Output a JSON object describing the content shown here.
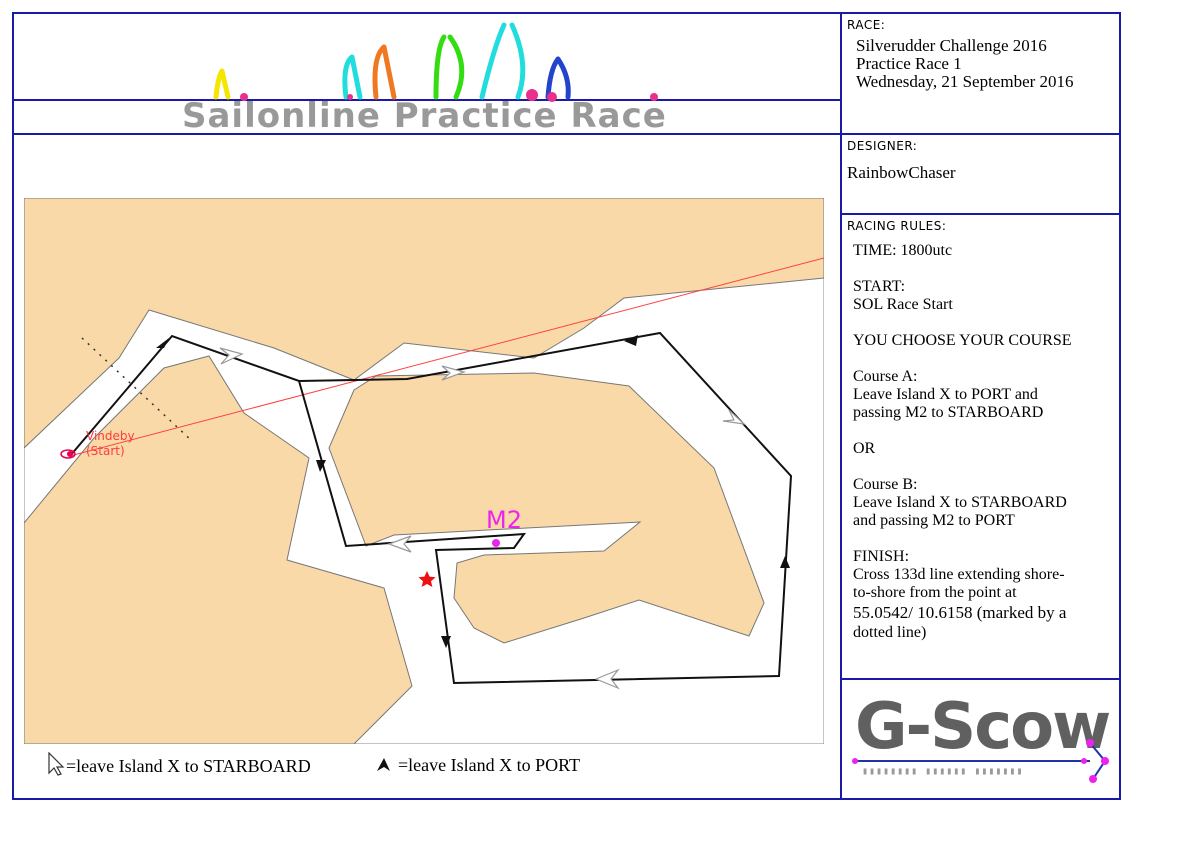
{
  "banner": {
    "title": "Sailonline Practice Race"
  },
  "race_panel": {
    "heading": "RACE:",
    "line1": "Silverudder Challenge  2016",
    "line2": "Practice Race 1",
    "line3": "Wednesday, 21 September 2016"
  },
  "designer_panel": {
    "heading": "DESIGNER:",
    "name": "RainbowChaser"
  },
  "rules_panel": {
    "heading": "RACING RULES:",
    "time": "TIME: 1800utc",
    "start_label": "START:",
    "start_value": "SOL Race Start",
    "choose": "YOU CHOOSE YOUR COURSE",
    "course_a_title": "Course A:",
    "course_a_line1": "Leave Island X to PORT and",
    "course_a_line2": "passing M2 to STARBOARD",
    "or": "OR",
    "course_b_title": "Course B:",
    "course_b_line1": "Leave Island X to STARBOARD",
    "course_b_line2": "and passing M2 to PORT",
    "finish_label": "FINISH:",
    "finish_line1": "Cross 133d line extending shore-",
    "finish_line2": "to-shore  from the point at",
    "finish_line3": "55.0542/ 10.6158 (marked by a",
    "finish_line4": "dotted line)"
  },
  "logo": {
    "text": "G-Scow"
  },
  "map": {
    "start_label_line1": "Vindeby",
    "start_label_line2": "(Start)",
    "mark_label": "M2",
    "colors": {
      "land": "#fad9a8",
      "water": "#ffffff",
      "route": "#111111",
      "rhumb_line": "#ff4040",
      "start": "#e8004c",
      "mark": "#ee22ee",
      "finish_star": "#ee1111"
    }
  },
  "legend": {
    "starboard_text": "=leave Island X to STARBOARD",
    "port_text": "=leave Island X to PORT"
  }
}
